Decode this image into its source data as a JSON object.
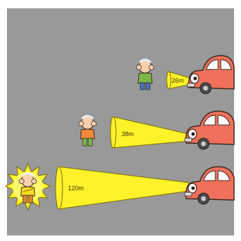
{
  "illustration": {
    "colors": {
      "background": "#999999",
      "beam": "#fff22a",
      "beam_outline": "#7a6d00",
      "car_body": "#f0705c",
      "car_outline": "#3a2a20",
      "pedestrian_shirt_1": "#7ab548",
      "pedestrian_shirt_2": "#f08a3a",
      "pedestrian_shirt_3": "#f5e020",
      "glow": "#fff22a"
    },
    "rows": [
      {
        "beam_label": "26m"
      },
      {
        "beam_label": "38m"
      },
      {
        "beam_label": "120m"
      }
    ]
  }
}
